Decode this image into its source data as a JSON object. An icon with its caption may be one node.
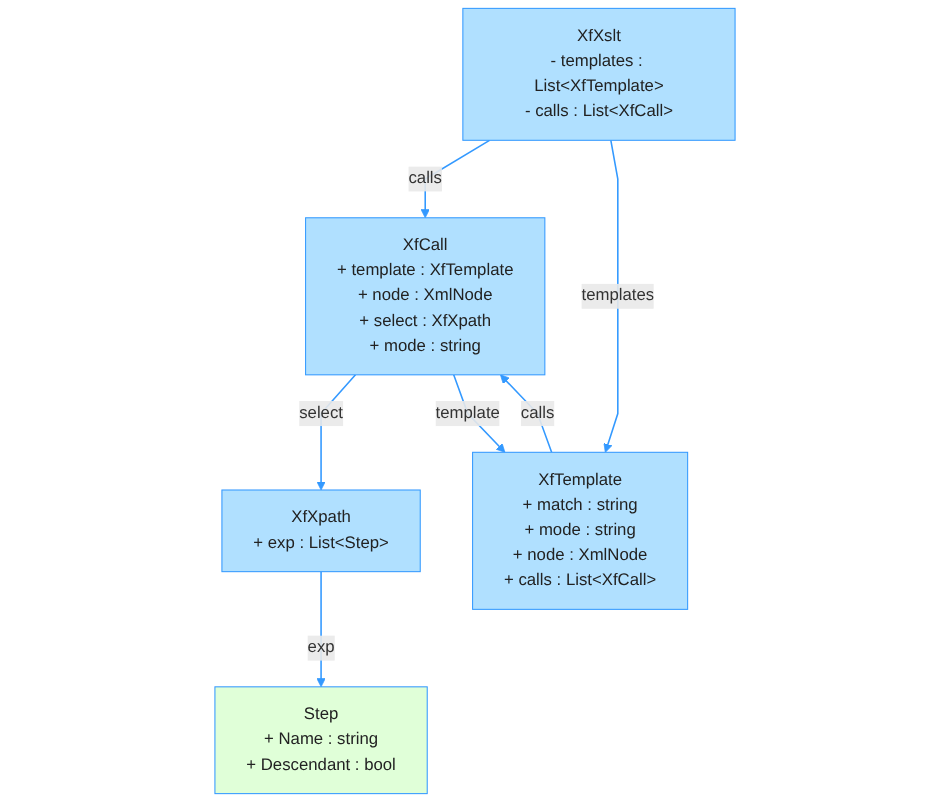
{
  "diagram": {
    "nodes": [
      {
        "text": [
          "Step",
          "+ Name : string",
          "+ Descendant : bool"
        ]
      },
      {
        "text": [
          "XfCall",
          "+ template : XfTemplate",
          "+ node : XmlNode",
          "+ select : XfXpath",
          "+ mode : string"
        ]
      },
      {
        "text": [
          "XfXpath",
          "+ exp : List<Step>"
        ]
      },
      {
        "text": [
          "XfTemplate",
          "+ match : string",
          "+ mode : string",
          "+ node : XmlNode",
          "+ calls : List<XfCall>"
        ]
      },
      {
        "text": [
          "XfXslt",
          "- templates : List<XfTemplate>",
          "- calls : List<XfCall>"
        ]
      }
    ],
    "edges": [
      {
        "from": 2,
        "to": 0,
        "arrow": "to",
        "label": "exp"
      },
      {
        "from": 1,
        "to": 2,
        "arrow": "to",
        "label": "select"
      },
      {
        "from": 1,
        "to": 3,
        "arrow": "to",
        "label": "template"
      },
      {
        "from": 3,
        "to": 1,
        "arrow": "to",
        "label": "calls"
      },
      {
        "from": 4,
        "to": 1,
        "arrow": "to",
        "label": "calls"
      },
      {
        "from": 4,
        "to": 3,
        "arrow": "to",
        "label": "templates"
      }
    ]
  }
}
